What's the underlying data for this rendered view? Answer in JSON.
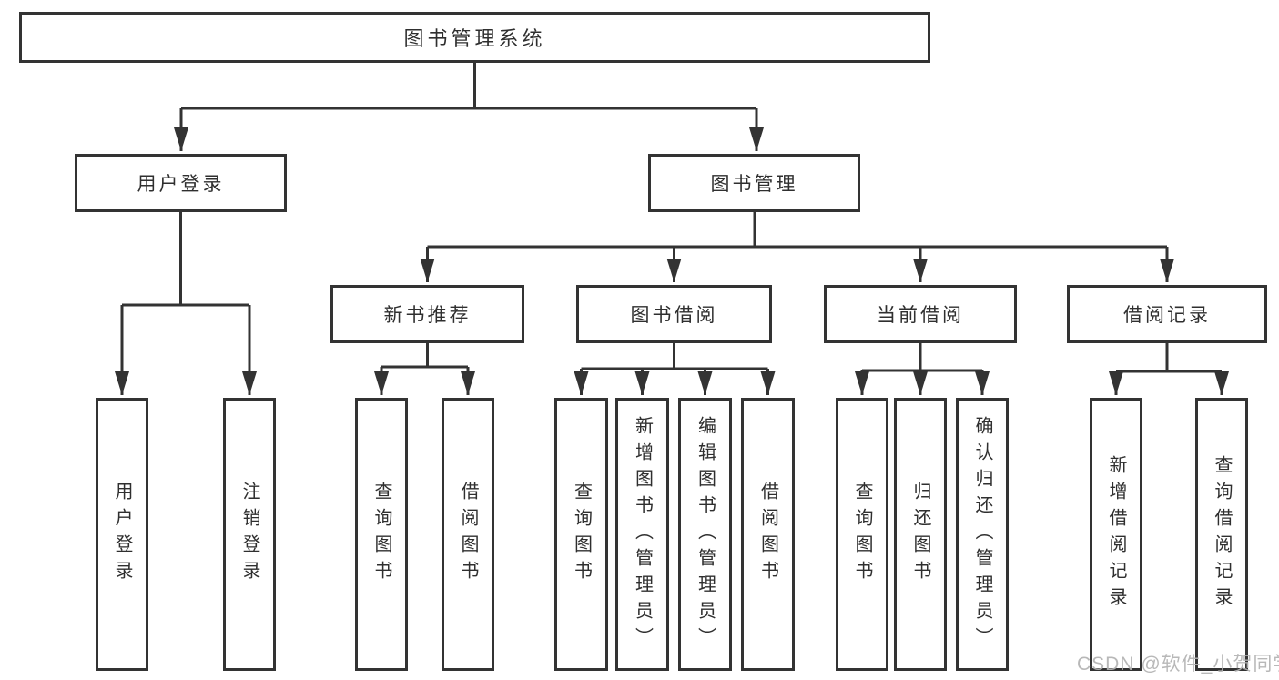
{
  "diagram": {
    "title": "图书管理系统",
    "type": "hierarchy-tree",
    "colors": {
      "line": "#333333",
      "text": "#2f2f2f",
      "watermark": "#b3b3b3",
      "bg": "#ffffff"
    },
    "root": {
      "label": "图书管理系统"
    },
    "branches": [
      {
        "label": "用户登录",
        "children": [
          {
            "label": "用户登录"
          },
          {
            "label": "注销登录"
          }
        ]
      },
      {
        "label": "图书管理",
        "children": [
          {
            "label": "新书推荐",
            "children": [
              {
                "label": "查询图书"
              },
              {
                "label": "借阅图书"
              }
            ]
          },
          {
            "label": "图书借阅",
            "children": [
              {
                "label": "查询图书"
              },
              {
                "label": "新增图书（管理员）"
              },
              {
                "label": "编辑图书（管理员）"
              },
              {
                "label": "借阅图书"
              }
            ]
          },
          {
            "label": "当前借阅",
            "children": [
              {
                "label": "查询图书"
              },
              {
                "label": "归还图书"
              },
              {
                "label": "确认归还（管理员）"
              }
            ]
          },
          {
            "label": "借阅记录",
            "children": [
              {
                "label": "新增借阅记录"
              },
              {
                "label": "查询借阅记录"
              }
            ]
          }
        ]
      }
    ],
    "watermark": "CSDN @软件_小贺同学"
  }
}
